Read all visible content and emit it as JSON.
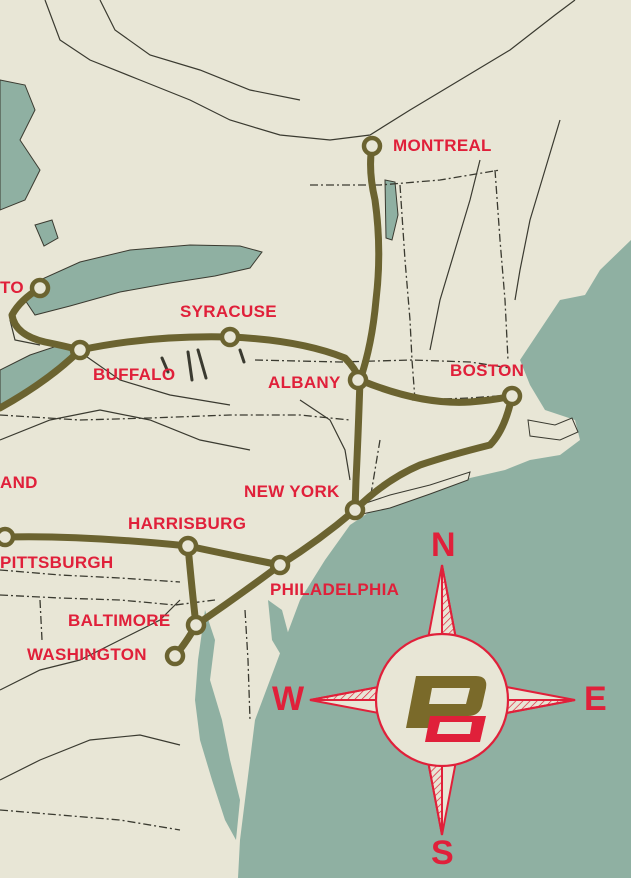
{
  "map": {
    "colors": {
      "paper": "#e8e6d6",
      "water": "#8fb0a2",
      "route": "#6b6330",
      "label": "#e0203a",
      "border": "#3a3a30",
      "logo": "#7a6a2a"
    },
    "cities": [
      {
        "id": "montreal",
        "label": "MONTREAL"
      },
      {
        "id": "toronto",
        "label": "TO"
      },
      {
        "id": "syracuse",
        "label": "SYRACUSE"
      },
      {
        "id": "buffalo",
        "label": "BUFFALO"
      },
      {
        "id": "albany",
        "label": "ALBANY"
      },
      {
        "id": "boston",
        "label": "BOSTON"
      },
      {
        "id": "cleveland",
        "label": "AND"
      },
      {
        "id": "new-york",
        "label": "NEW YORK"
      },
      {
        "id": "harrisburg",
        "label": "HARRISBURG"
      },
      {
        "id": "pittsburgh",
        "label": "PITTSBURGH"
      },
      {
        "id": "philadelphia",
        "label": "PHILADELPHIA"
      },
      {
        "id": "baltimore",
        "label": "BALTIMORE"
      },
      {
        "id": "washington",
        "label": "WASHINGTON"
      }
    ],
    "compass": {
      "north": "N",
      "south": "S",
      "east": "E",
      "west": "W",
      "logo_icon": "penn-central-logo-icon"
    }
  }
}
